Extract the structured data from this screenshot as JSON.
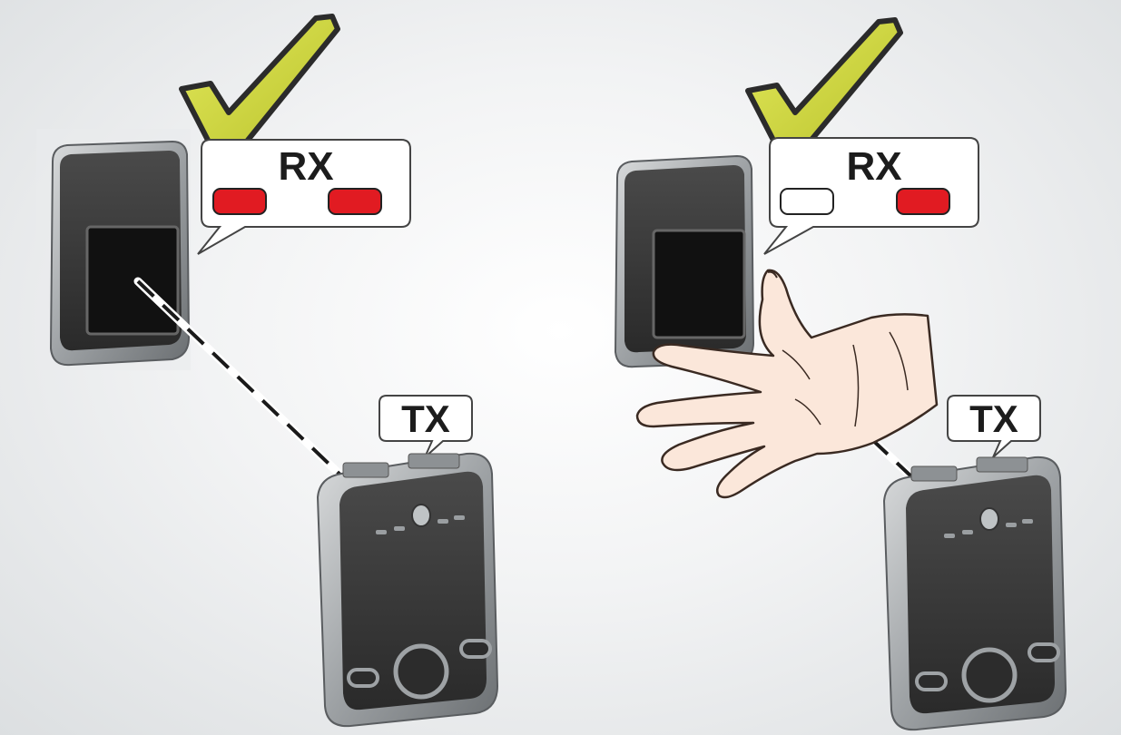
{
  "panels": [
    {
      "rx": {
        "label": "RX",
        "leds": [
          "red",
          "red"
        ]
      },
      "tx": {
        "label": "TX"
      },
      "beam": "clear",
      "check": "check-icon"
    },
    {
      "rx": {
        "label": "RX",
        "leds": [
          "white",
          "red"
        ]
      },
      "tx": {
        "label": "TX"
      },
      "beam": "interrupted-by-hand",
      "check": "check-icon"
    }
  ],
  "colors": {
    "led_red": "#e11b22",
    "led_white": "#ffffff",
    "check_fill": "#cfd83d",
    "device_body": "#3a3a3a",
    "device_bezel": "#a9acae"
  }
}
